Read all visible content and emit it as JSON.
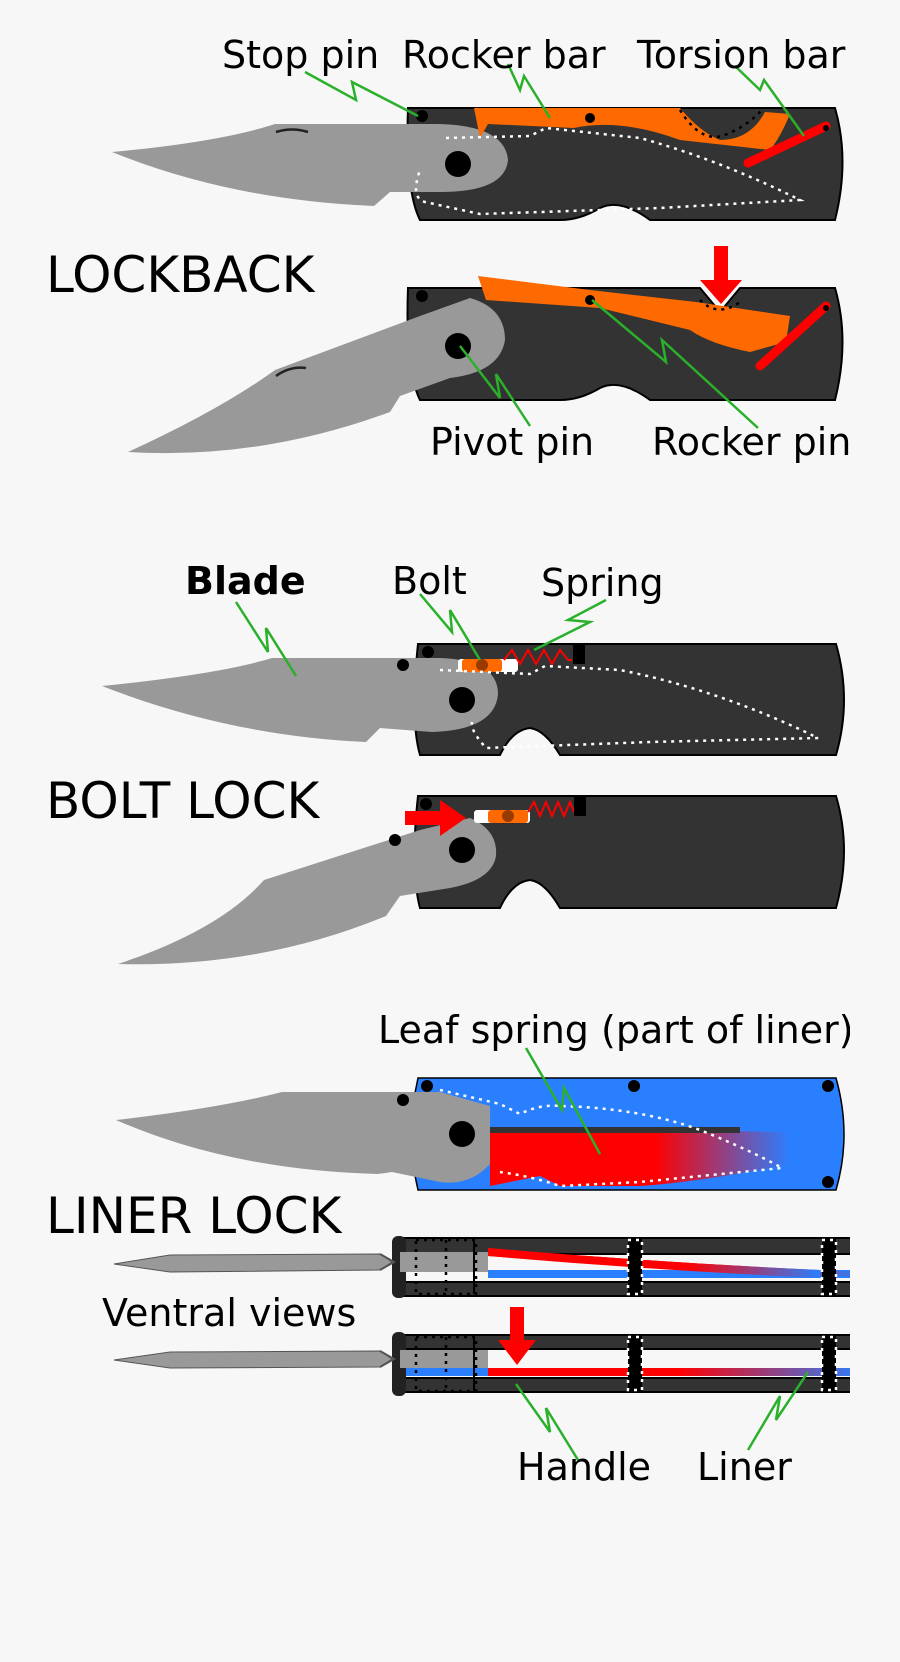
{
  "colors": {
    "background": "#f7f7f7",
    "handle": "#333333",
    "blade": "#999999",
    "rocker": "#ff6a00",
    "spring": "#ff0000",
    "liner": "#2a7fff",
    "leader": "#2ab02a"
  },
  "lockback": {
    "title": "LOCKBACK",
    "labels": {
      "stop_pin": "Stop pin",
      "rocker_bar": "Rocker bar",
      "torsion_bar": "Torsion bar",
      "pivot_pin": "Pivot pin",
      "rocker_pin": "Rocker pin"
    }
  },
  "bolt_lock": {
    "title": "BOLT LOCK",
    "labels": {
      "blade": "Blade",
      "bolt": "Bolt",
      "spring": "Spring"
    }
  },
  "liner_lock": {
    "title": "LINER LOCK",
    "labels": {
      "leaf_spring": "Leaf spring (part of liner)",
      "ventral_views": "Ventral views",
      "handle": "Handle",
      "liner": "Liner"
    }
  }
}
